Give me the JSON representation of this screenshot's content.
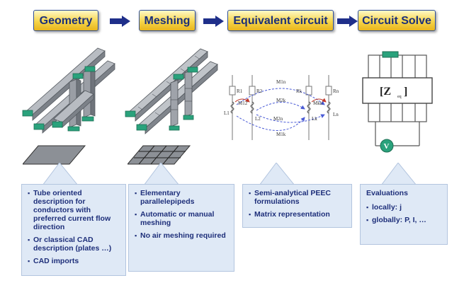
{
  "steps": [
    {
      "label": "Geometry"
    },
    {
      "label": "Meshing"
    },
    {
      "label": "Equivalent circuit"
    },
    {
      "label": "Circuit Solve"
    }
  ],
  "colors": {
    "header_bg": "#f4cf40",
    "header_text": "#1b2f7a",
    "arrow": "#1f2f8a",
    "callout_bg": "#dfe9f6",
    "conductor": "#8a8f96",
    "terminal": "#2aa27c",
    "loop": "#4a5bd6"
  },
  "circuit": {
    "resistors": [
      "R1",
      "R2",
      "Rk",
      "Rn"
    ],
    "inductors": [
      "L1",
      "L2",
      "Lk",
      "Ln"
    ],
    "mutuals": [
      "M1n",
      "M12",
      "M2k",
      "Mkn",
      "M2n",
      "M1k"
    ],
    "impedance": "[Z",
    "impedance_sub": "eq",
    "impedance_close": "]",
    "source": "V"
  },
  "callouts": {
    "geometry": [
      "Tube oriented description for conductors with preferred current flow direction",
      "Or classical CAD description (plates …)",
      "CAD imports"
    ],
    "meshing": [
      "Elementary parallelepipeds",
      "Automatic or manual meshing",
      "No air meshing required"
    ],
    "circuit": [
      "Semi-analytical PEEC formulations",
      "Matrix representation"
    ],
    "solve": {
      "title": "Evaluations",
      "items": [
        "locally: j",
        "globally: P, I, …"
      ]
    }
  }
}
